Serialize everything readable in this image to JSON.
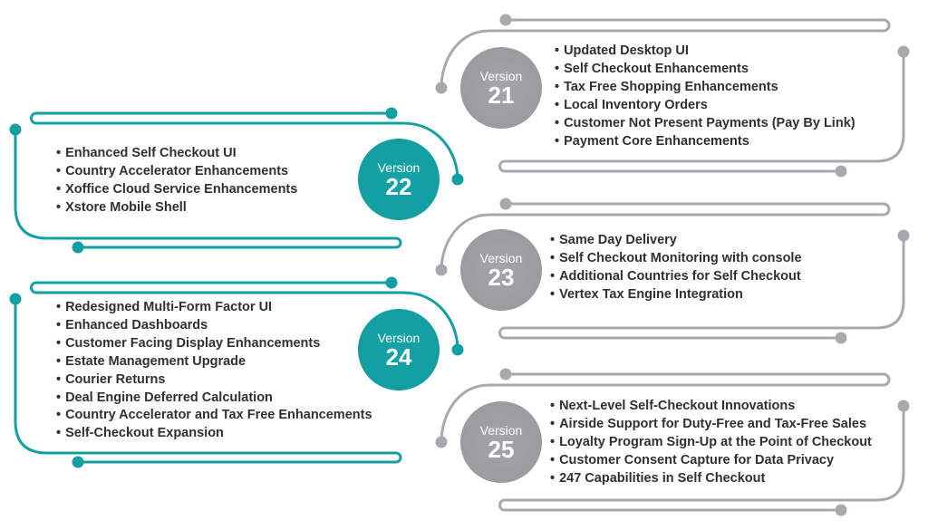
{
  "colors": {
    "teal": "#14a0a3",
    "gray": "#a7a9ac",
    "text": "#2f3033"
  },
  "versions": [
    {
      "label": "Version",
      "number": "21",
      "theme": "gray",
      "items": [
        "Updated Desktop UI",
        "Self Checkout Enhancements",
        "Tax Free Shopping Enhancements",
        "Local Inventory Orders",
        "Customer Not Present Payments (Pay By Link)",
        "Payment Core Enhancements"
      ]
    },
    {
      "label": "Version",
      "number": "22",
      "theme": "teal",
      "items": [
        "Enhanced Self Checkout UI",
        "Country Accelerator Enhancements",
        "Xoffice Cloud Service Enhancements",
        "Xstore Mobile Shell"
      ]
    },
    {
      "label": "Version",
      "number": "23",
      "theme": "gray",
      "items": [
        "Same Day Delivery",
        "Self Checkout Monitoring with console",
        "Additional Countries for Self Checkout",
        "Vertex Tax Engine Integration"
      ]
    },
    {
      "label": "Version",
      "number": "24",
      "theme": "teal",
      "items": [
        "Redesigned Multi-Form Factor UI",
        "Enhanced Dashboards",
        "Customer Facing Display Enhancements",
        "Estate Management Upgrade",
        "Courier Returns",
        "Deal Engine Deferred Calculation",
        "Country Accelerator and Tax Free Enhancements",
        "Self-Checkout Expansion"
      ]
    },
    {
      "label": "Version",
      "number": "25",
      "theme": "gray",
      "items": [
        "Next-Level Self-Checkout Innovations",
        "Airside Support for Duty-Free and Tax-Free Sales",
        "Loyalty Program Sign-Up at the Point of Checkout",
        "Customer Consent Capture for Data Privacy",
        "247 Capabilities in Self Checkout"
      ]
    }
  ]
}
